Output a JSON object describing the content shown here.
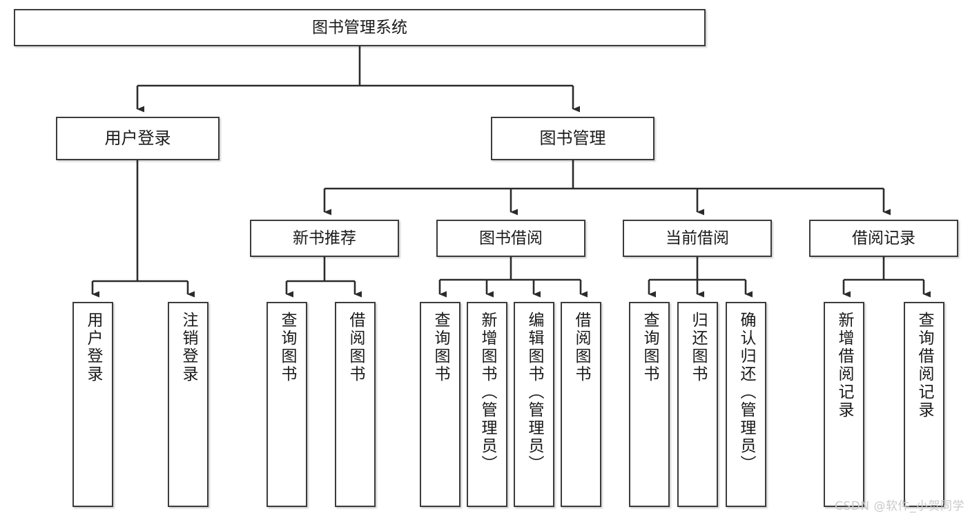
{
  "diagram": {
    "title": "图书管理系统",
    "type": "tree-hierarchy",
    "root": {
      "label": "图书管理系统"
    },
    "level2": [
      {
        "label": "用户登录"
      },
      {
        "label": "图书管理"
      }
    ],
    "level3": [
      {
        "label": "新书推荐"
      },
      {
        "label": "图书借阅"
      },
      {
        "label": "当前借阅"
      },
      {
        "label": "借阅记录"
      }
    ],
    "leaves": {
      "user_login": [
        {
          "label": "用户登录"
        },
        {
          "label": "注销登录"
        }
      ],
      "new_book_recommend": [
        {
          "label": "查询图书"
        },
        {
          "label": "借阅图书"
        }
      ],
      "book_borrow": [
        {
          "label": "查询图书"
        },
        {
          "label": "新增图书（管理员）"
        },
        {
          "label": "编辑图书（管理员）"
        },
        {
          "label": "借阅图书"
        }
      ],
      "current_borrow": [
        {
          "label": "查询图书"
        },
        {
          "label": "归还图书"
        },
        {
          "label": "确认归还（管理员）"
        }
      ],
      "borrow_record": [
        {
          "label": "新增借阅记录"
        },
        {
          "label": "查询借阅记录"
        }
      ]
    }
  },
  "watermark": {
    "text": "CSDN @软件_小贺同学"
  },
  "colors": {
    "box_border": "#3b3b3b",
    "box_fill": "#ffffff",
    "text": "#1a1a1a",
    "edge": "#2b2b2b",
    "watermark": "#c9c9c9"
  }
}
